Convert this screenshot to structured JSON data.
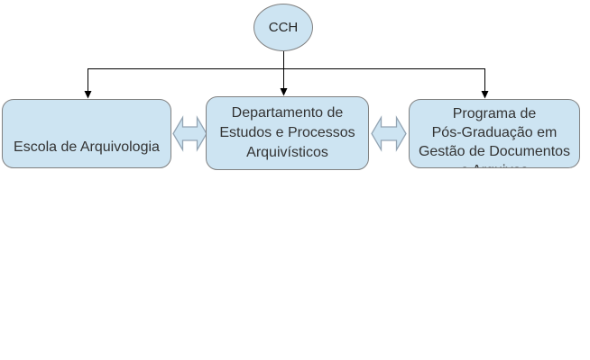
{
  "diagram": {
    "type": "org-chart",
    "root": {
      "label": "CCH"
    },
    "nodes": [
      {
        "label": "Escola de Arquivologia"
      },
      {
        "label": "Departamento de\nEstudos e Processos\nArquivísticos"
      },
      {
        "label": "Programa de\nPós-Graduação em\nGestão de Documentos\ne Arquivos"
      }
    ],
    "relations": [
      "CCH -> Escola de Arquivologia",
      "CCH -> Departamento de Estudos e Processos Arquivísticos",
      "CCH -> Programa de Pós-Graduação em Gestão de Documentos",
      "Escola de Arquivologia <-> Departamento de Estudos e Processos Arquivísticos",
      "Departamento de Estudos e Processos Arquivísticos <-> Programa de Pós-Graduação em Gestão de Documentos"
    ],
    "colors": {
      "node_fill": "#cde4f2",
      "node_border": "#808080",
      "connector": "#000000",
      "arrow_fill": "#cde4f2",
      "arrow_border": "#94a5b4",
      "text": "#333333"
    }
  }
}
